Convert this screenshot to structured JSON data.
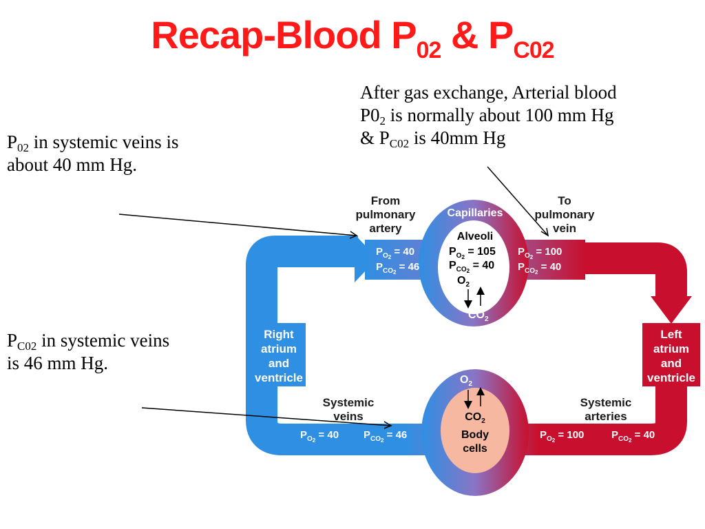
{
  "title": {
    "main": "Recap-Blood P",
    "sub1": "02",
    "amp": " & P",
    "sub2": "C02"
  },
  "notes": {
    "arterial": {
      "l1": "After gas exchange, Arterial blood",
      "l2a": "P0",
      "l2sub": "2",
      "l2b": " is normally about 100 mm Hg",
      "l3a": "& P",
      "l3sub": "C02",
      "l3b": " is 40mm Hg"
    },
    "po2": {
      "a": "P",
      "sub": "02",
      "b": " in systemic veins is",
      "l2": "about 40 mm Hg."
    },
    "pco2": {
      "a": "P",
      "sub": "C02",
      "b": " in systemic veins",
      "l2": "is 46 mm Hg."
    }
  },
  "diagram": {
    "from_pulmonary": [
      "From",
      "pulmonary",
      "artery"
    ],
    "to_pulmonary": [
      "To",
      "pulmonary",
      "vein"
    ],
    "capillaries": "Capillaries",
    "alveoli": "Alveoli",
    "alveoli_po2": "105",
    "alveoli_pco2": "40",
    "o2": "O",
    "co2": "CO",
    "pulm_in_po2": "40",
    "pulm_in_pco2": "46",
    "pulm_out_po2": "100",
    "pulm_out_pco2": "40",
    "right_heart": [
      "Right",
      "atrium",
      "and",
      "ventricle"
    ],
    "left_heart": [
      "Left",
      "atrium",
      "and",
      "ventricle"
    ],
    "systemic_veins": [
      "Systemic",
      "veins"
    ],
    "systemic_arteries": [
      "Systemic",
      "arteries"
    ],
    "body_cells": [
      "Body",
      "cells"
    ],
    "sys_vein_po2": "40",
    "sys_vein_pco2": "46",
    "sys_art_po2": "100",
    "sys_art_pco2": "40"
  },
  "colors": {
    "title": "#ff1a1a",
    "blue": "#2f8fe3",
    "red": "#c8102e",
    "body_cells": "#f7b8a2"
  }
}
